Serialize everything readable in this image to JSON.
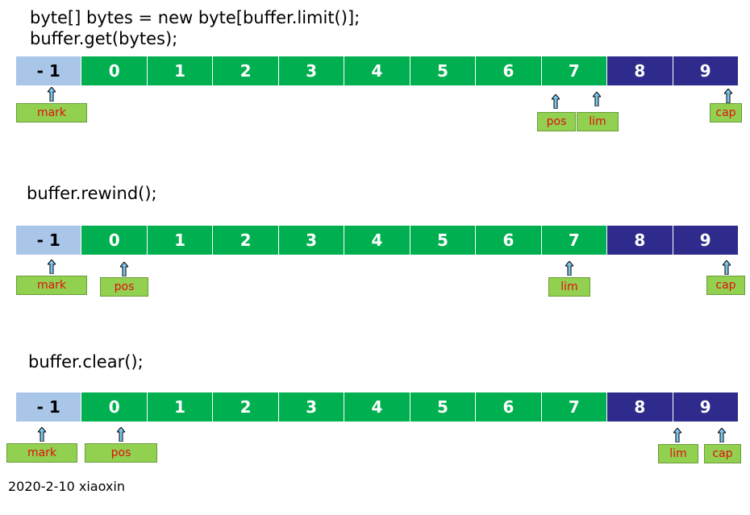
{
  "sections": [
    {
      "code_lines": [
        "byte[] bytes = new byte[buffer.limit()];",
        "buffer.get(bytes);"
      ],
      "cells": [
        "- 1",
        "0",
        "1",
        "2",
        "3",
        "4",
        "5",
        "6",
        "7",
        "8",
        "9"
      ],
      "labels": {
        "mark": "mark",
        "pos": "pos",
        "lim": "lim",
        "cap": "cap"
      }
    },
    {
      "code_lines": [
        "buffer.rewind();"
      ],
      "cells": [
        "- 1",
        "0",
        "1",
        "2",
        "3",
        "4",
        "5",
        "6",
        "7",
        "8",
        "9"
      ],
      "labels": {
        "mark": "mark",
        "pos": "pos",
        "lim": "lim",
        "cap": "cap"
      }
    },
    {
      "code_lines": [
        "buffer.clear();"
      ],
      "cells": [
        "- 1",
        "0",
        "1",
        "2",
        "3",
        "4",
        "5",
        "6",
        "7",
        "8",
        "9"
      ],
      "labels": {
        "mark": "mark",
        "pos": "pos",
        "lim": "lim",
        "cap": "cap"
      }
    }
  ],
  "footer": "2020-2-10 xiaoxin",
  "colors": {
    "mark_cell": "#a9c6e8",
    "data_cell": "#00b050",
    "capacity_cell": "#2e2b8c",
    "label_bg": "#92d050",
    "label_text": "#e01010",
    "arrow_fill": "#7ec8f0"
  },
  "icons": [
    "up-arrow-icon"
  ]
}
